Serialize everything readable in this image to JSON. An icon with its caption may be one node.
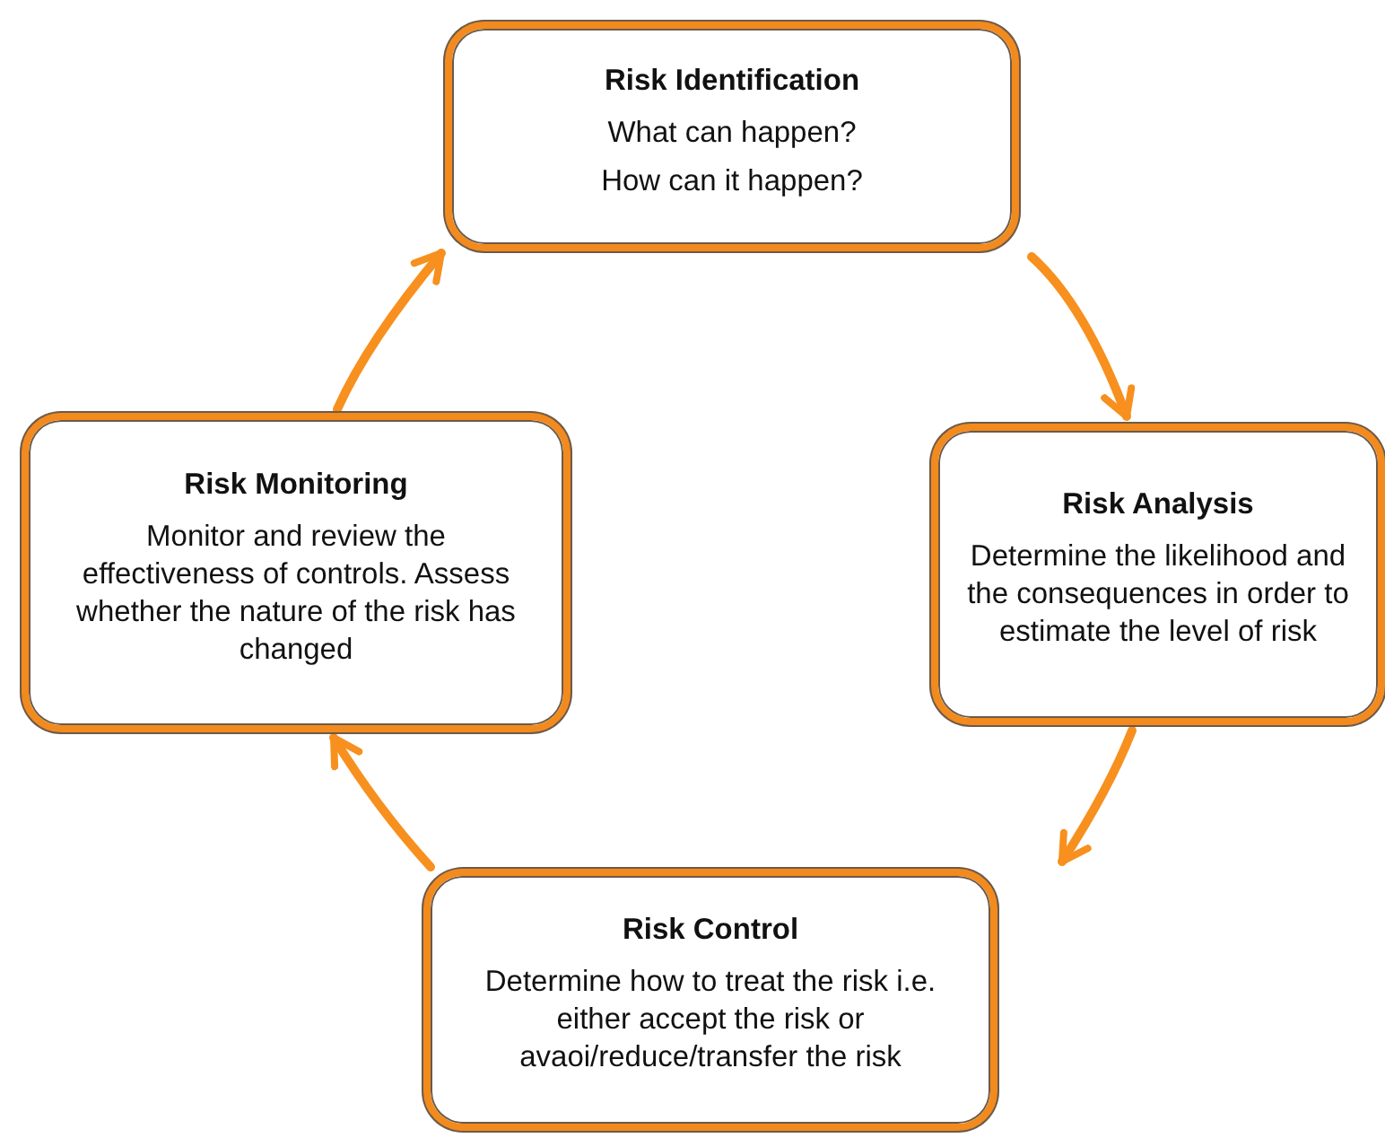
{
  "diagram": {
    "nodes": [
      {
        "text": [
          "Risk Identification",
          "What can happen?",
          "How can it happen?"
        ]
      },
      {
        "text": [
          "Risk Analysis",
          "Determine the likelihood and the consequences in order to estimate the level of risk"
        ]
      },
      {
        "text": [
          "Risk Control",
          "Determine how to treat the risk i.e. either accept the risk or avaoi/reduce/transfer the risk"
        ]
      },
      {
        "text": [
          "Risk Monitoring",
          "Monitor and review the effectiveness of controls. Assess whether the nature of the risk has changed"
        ]
      }
    ],
    "edges": [
      {
        "from": 0,
        "to": 1,
        "arrow": "to"
      },
      {
        "from": 1,
        "to": 2,
        "arrow": "to"
      },
      {
        "from": 2,
        "to": 3,
        "arrow": "to"
      },
      {
        "from": 3,
        "to": 0,
        "arrow": "to"
      }
    ]
  }
}
